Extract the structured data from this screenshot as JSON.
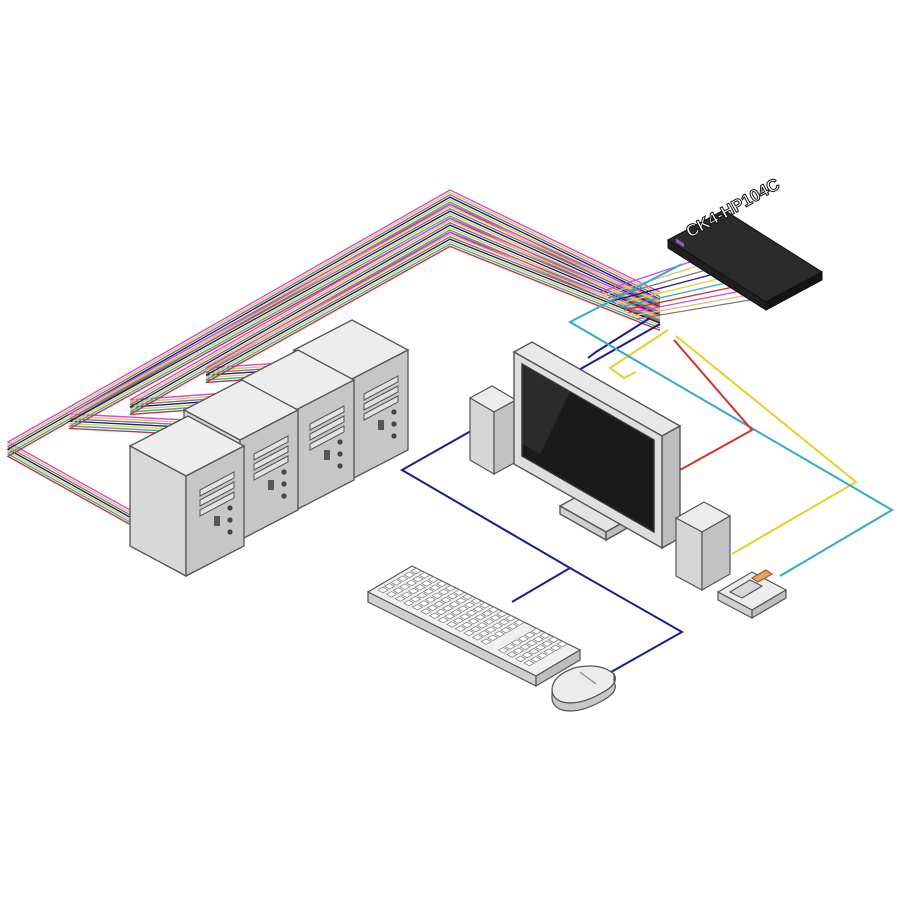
{
  "device": {
    "label": "CK4-HP104C",
    "body_color": "#2b2b2b",
    "label_color": "#ffffff"
  },
  "cable_colors": {
    "bundle": [
      "#d44bd4",
      "#e0c070",
      "#7c7c7c",
      "#1a1f8a",
      "#e6cf2a",
      "#33aacc",
      "#d43030"
    ],
    "video": "#1a1f8a",
    "audio_out": "#e6cf2a",
    "audio_in": "#33aacc",
    "red": "#d43030"
  },
  "components": {
    "computers": [
      "computer-1",
      "computer-2",
      "computer-3",
      "computer-4"
    ],
    "peripherals": [
      "monitor",
      "speaker-left",
      "speaker-right",
      "keyboard",
      "mouse",
      "card-reader"
    ]
  }
}
